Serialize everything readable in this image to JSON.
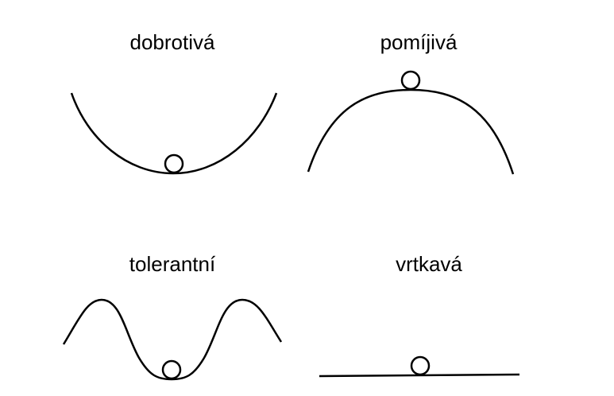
{
  "panels": {
    "top_left": {
      "label": "dobrotivá"
    },
    "top_right": {
      "label": "pomíjivá"
    },
    "bottom_left": {
      "label": "tolerantní"
    },
    "bottom_right": {
      "label": "vrtkavá"
    }
  },
  "colors": {
    "stroke": "#000000",
    "ball_fill": "#ffffff",
    "background": "#ffffff"
  }
}
